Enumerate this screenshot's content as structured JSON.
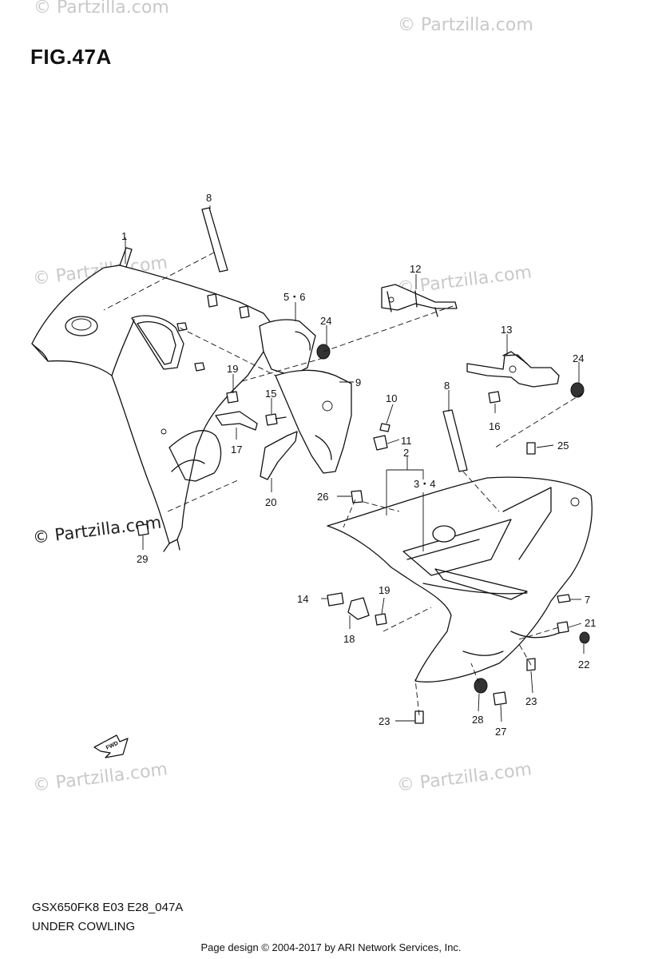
{
  "figure": {
    "title": "FIG.47A",
    "code": "GSX650FK8 E03 E28_047A",
    "name": "UNDER COWLING"
  },
  "copyright": "Page design © 2004-2017 by ARI Network Services, Inc.",
  "watermark": {
    "faint": "© Partzilla.com",
    "prominent": "© Partzilla.com",
    "color": "#c9c9c9"
  },
  "fwd_arrow_label": "FWD",
  "callouts": {
    "c1": "1",
    "c2": "2",
    "c3_4": "3・4",
    "c5_6": "5・6",
    "c7": "7",
    "c8a": "8",
    "c8b": "8",
    "c9": "9",
    "c10": "10",
    "c11": "11",
    "c12": "12",
    "c13": "13",
    "c14": "14",
    "c15": "15",
    "c16": "16",
    "c17": "17",
    "c18": "18",
    "c19a": "19",
    "c19b": "19",
    "c20": "20",
    "c21": "21",
    "c22": "22",
    "c23a": "23",
    "c23b": "23",
    "c24a": "24",
    "c24b": "24",
    "c25": "25",
    "c26": "26",
    "c27": "27",
    "c28": "28",
    "c29": "29"
  }
}
